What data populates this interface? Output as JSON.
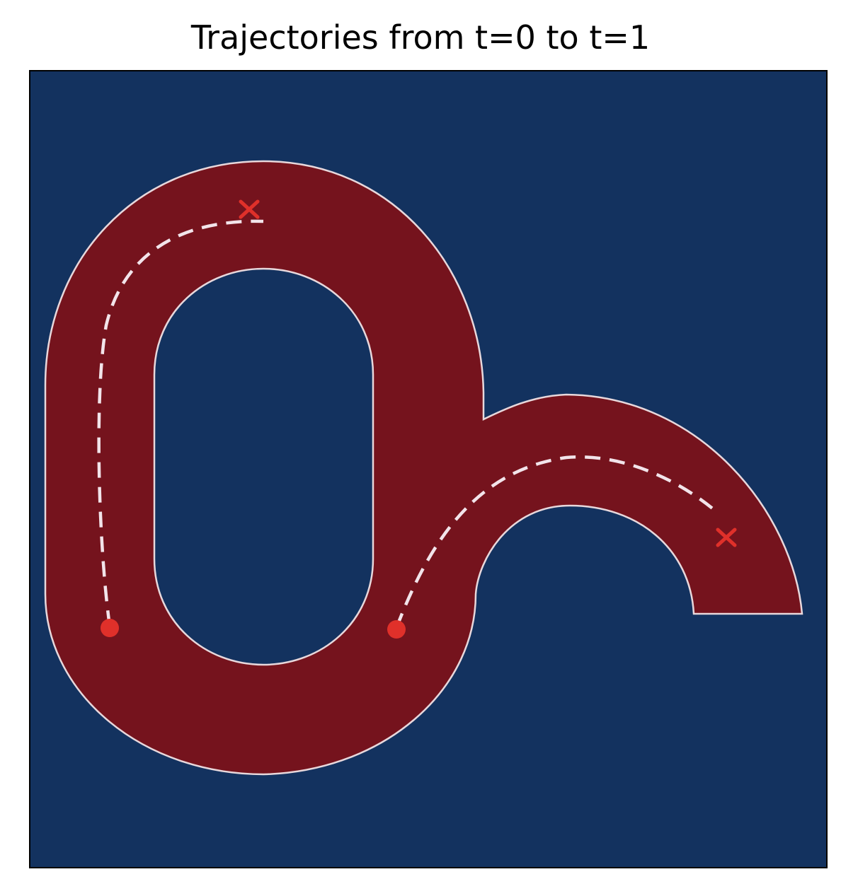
{
  "title": "Trajectories from t=0 to t=1",
  "colors": {
    "background": "#13325f",
    "region": "#75131d",
    "region_edge": "#e8d8dc",
    "trajectory": "#f2e4ea",
    "start_marker": "#e0302a",
    "end_marker": "#e0302a",
    "frame": "#000000"
  },
  "legend": {
    "start_marker": "circle-marker",
    "end_marker": "x-marker",
    "trajectory_style": "dashed"
  }
}
